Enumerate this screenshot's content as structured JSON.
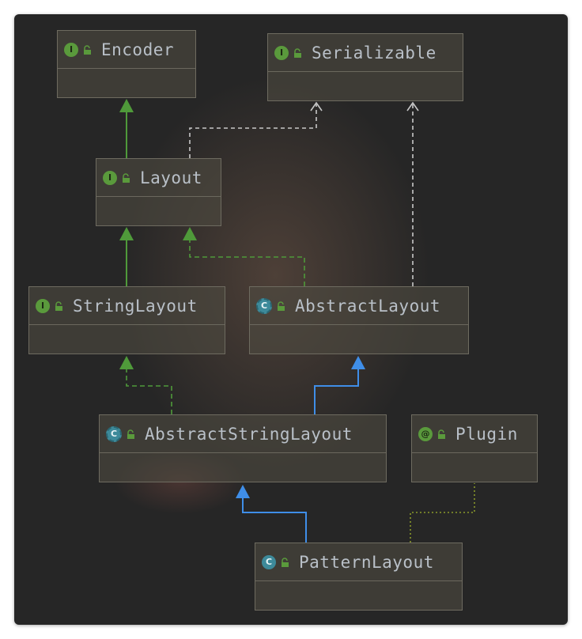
{
  "diagram": {
    "nodes": [
      {
        "id": "encoder",
        "name": "Encoder",
        "kind": "interface"
      },
      {
        "id": "serializable",
        "name": "Serializable",
        "kind": "interface"
      },
      {
        "id": "layout",
        "name": "Layout",
        "kind": "interface"
      },
      {
        "id": "string_layout",
        "name": "StringLayout",
        "kind": "interface"
      },
      {
        "id": "abstract_layout",
        "name": "AbstractLayout",
        "kind": "abstract"
      },
      {
        "id": "abstract_string_layout",
        "name": "AbstractStringLayout",
        "kind": "abstract"
      },
      {
        "id": "plugin",
        "name": "Plugin",
        "kind": "annotation"
      },
      {
        "id": "pattern_layout",
        "name": "PatternLayout",
        "kind": "class"
      }
    ],
    "edges": [
      {
        "from": "layout",
        "to": "encoder",
        "type": "extends"
      },
      {
        "from": "layout",
        "to": "serializable",
        "type": "dependency"
      },
      {
        "from": "abstract_layout",
        "to": "serializable",
        "type": "dependency"
      },
      {
        "from": "string_layout",
        "to": "layout",
        "type": "extends"
      },
      {
        "from": "abstract_layout",
        "to": "layout",
        "type": "implements"
      },
      {
        "from": "abstract_string_layout",
        "to": "string_layout",
        "type": "implements"
      },
      {
        "from": "abstract_string_layout",
        "to": "abstract_layout",
        "type": "class-extends"
      },
      {
        "from": "pattern_layout",
        "to": "abstract_string_layout",
        "type": "class-extends"
      },
      {
        "from": "pattern_layout",
        "to": "plugin",
        "type": "annotated"
      }
    ]
  },
  "badges": {
    "interface": "I",
    "abstract": "C",
    "class": "C",
    "annotation": "@"
  },
  "icons": {
    "interface": "interface-icon",
    "abstract": "abstract-class-icon",
    "class": "class-icon",
    "annotation": "annotation-icon",
    "visibility": "public-lock-icon"
  },
  "colors": {
    "green_edge": "#4f9a3a",
    "blue_edge": "#3f8ee8",
    "white_dashed": "#c8c8c8",
    "annotation_dotted": "#8a9a2a"
  }
}
